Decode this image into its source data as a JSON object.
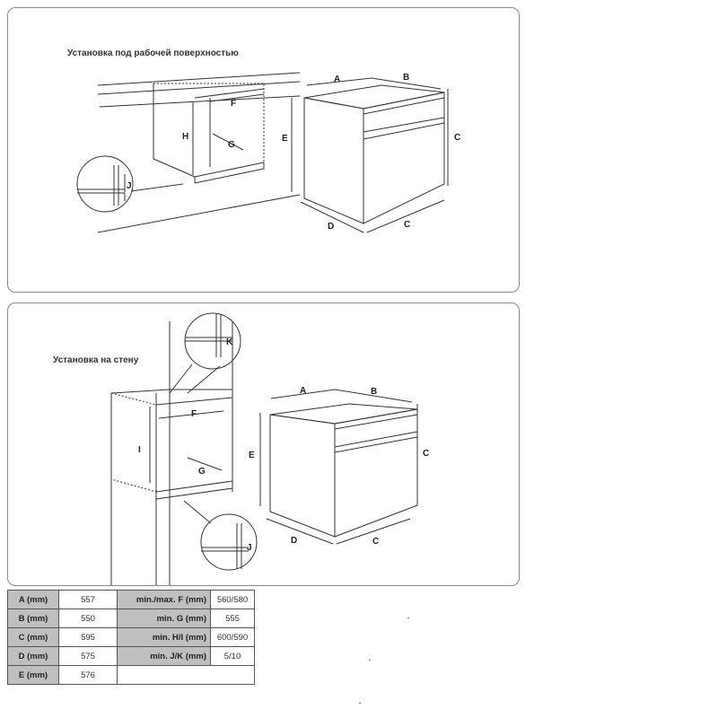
{
  "panels": {
    "top": {
      "caption": "Установка под рабочей поверхностью"
    },
    "bottom": {
      "caption": "Установка на стену"
    }
  },
  "dimension_labels": {
    "A": "A",
    "B": "B",
    "C": "C",
    "D": "D",
    "E": "E",
    "F": "F",
    "G": "G",
    "H": "H",
    "I": "I",
    "J": "J",
    "K": "K"
  },
  "spec_table": {
    "rows": [
      {
        "label": "A (mm)",
        "value": "557",
        "label2": "min./max. F (mm)",
        "value2": "560/580"
      },
      {
        "label": "B (mm)",
        "value": "550",
        "label2": "min. G (mm)",
        "value2": "555"
      },
      {
        "label": "C (mm)",
        "value": "595",
        "label2": "min. H/I (mm)",
        "value2": "600/590"
      },
      {
        "label": "D (mm)",
        "value": "575",
        "label2": "min. J/K (mm)",
        "value2": "5/10"
      },
      {
        "label": "E (mm)",
        "value": "576",
        "label2": "",
        "value2": ""
      }
    ]
  }
}
